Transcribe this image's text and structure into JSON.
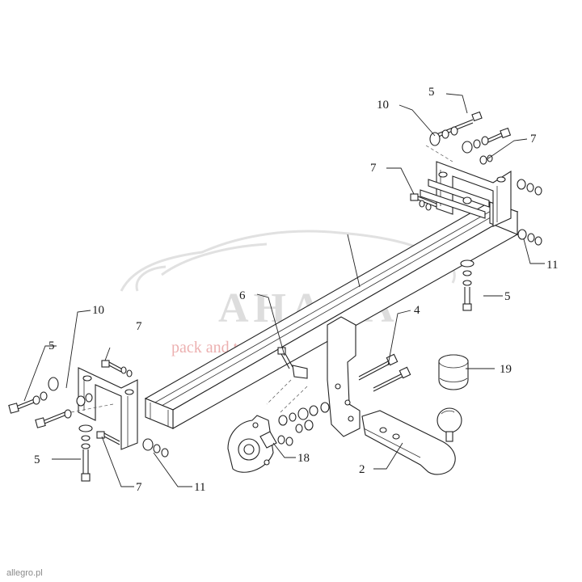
{
  "diagram": {
    "part_numbers": {
      "p5_top": "5",
      "p10_top": "10",
      "p7_right": "7",
      "p7_mid": "7",
      "p11_right": "11",
      "p5_right": "5",
      "p4": "4",
      "p6": "6",
      "p10_left": "10",
      "p7_left_top": "7",
      "p5_left": "5",
      "p19": "19",
      "p5_left_bottom": "5",
      "p7_left_bottom": "7",
      "p11_bottom": "11",
      "p18": "18",
      "p2": "2"
    }
  },
  "watermark": {
    "letters": "AHAKA",
    "subtitle": "pack and travel"
  },
  "corner_tag": "allegro.pl"
}
